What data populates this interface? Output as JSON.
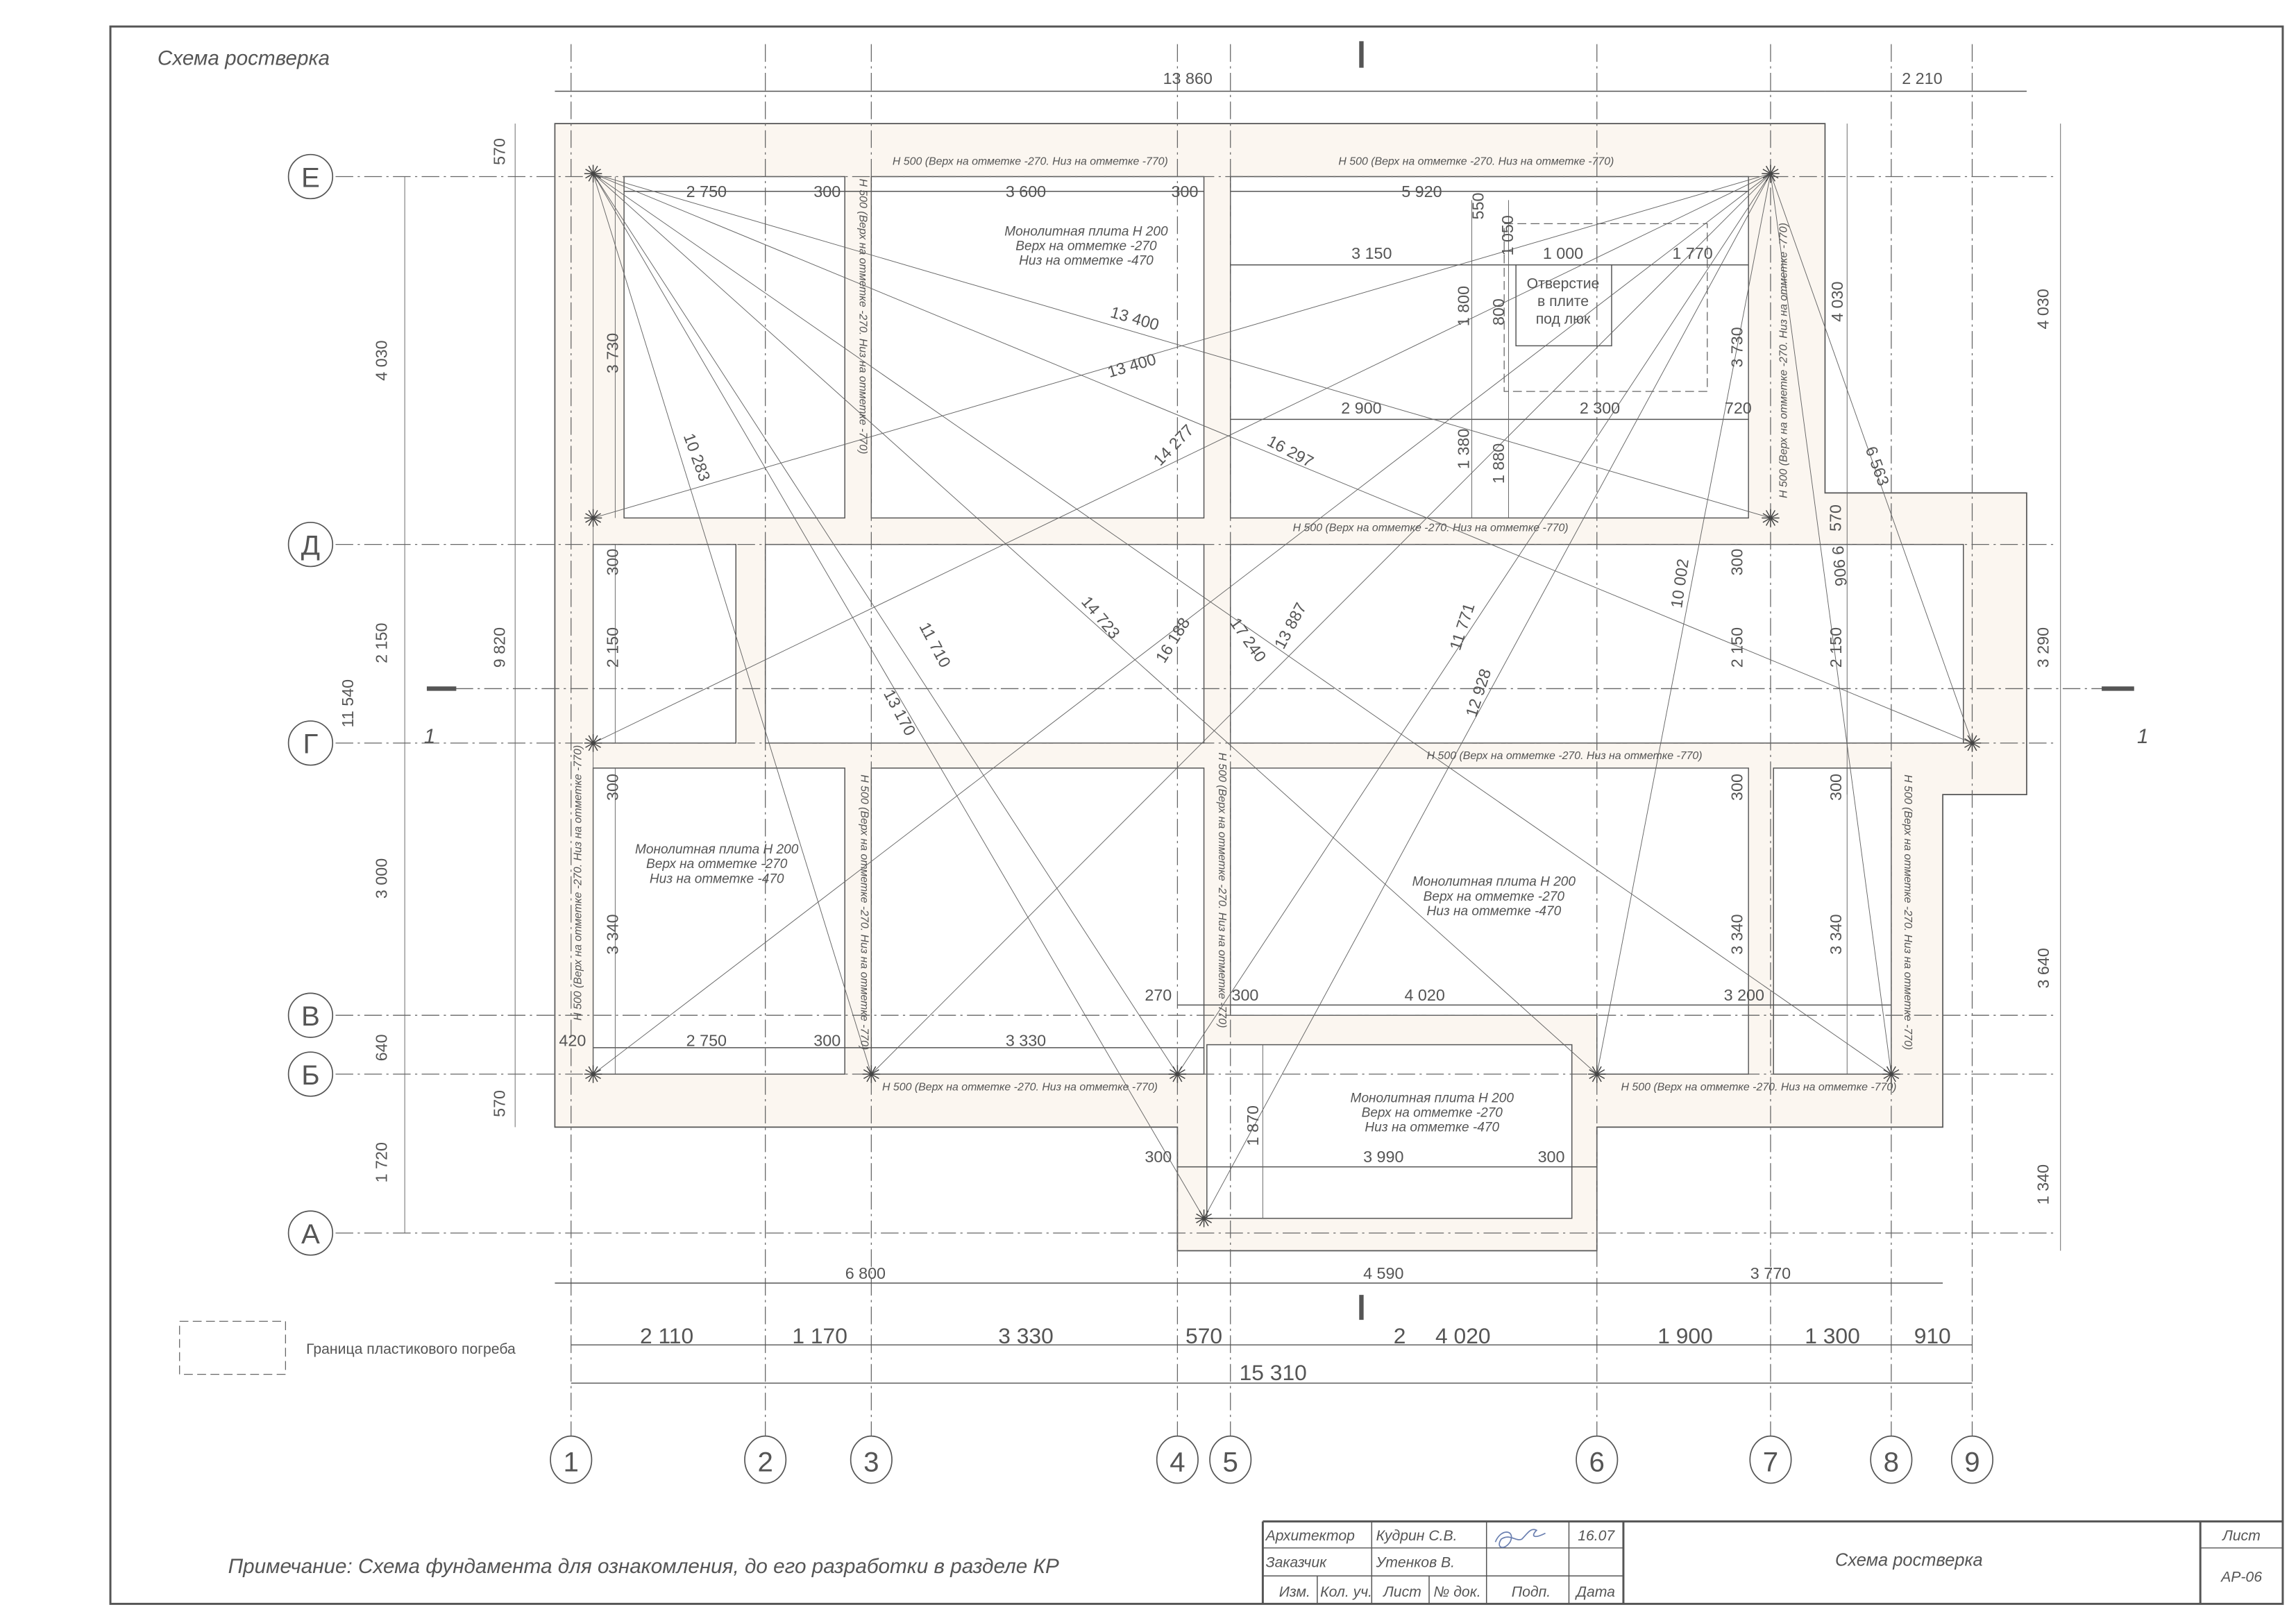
{
  "title": "Схема ростверка",
  "axes": {
    "rows": [
      "Е",
      "Д",
      "Г",
      "В",
      "Б",
      "А"
    ],
    "cols": [
      "1",
      "2",
      "3",
      "4",
      "5",
      "6",
      "7",
      "8",
      "9"
    ]
  },
  "section_mark": "1",
  "dims": [
    "13 860",
    "2 210",
    "570",
    "4 030",
    "2 150",
    "11 540",
    "9 820",
    "3 000",
    "640",
    "1 720",
    "570",
    "4 030",
    "3 290",
    "3 640",
    "1 340",
    "2 750",
    "300",
    "3 600",
    "300",
    "5 920",
    "550",
    "1 050",
    "3 150",
    "1 000",
    "1 770",
    "1 800",
    "800",
    "3 730",
    "3 730",
    "4 030",
    "2 900",
    "2 300",
    "720",
    "1 380",
    "1 880",
    "570",
    "300",
    "2 150",
    "300",
    "2 150",
    "2 150",
    "300",
    "3 340",
    "300",
    "3 340",
    "300",
    "3 340",
    "420",
    "2 750",
    "300",
    "3 330",
    "270",
    "300",
    "4 020",
    "3 200",
    "1 870",
    "300",
    "3 990",
    "300",
    "6 800",
    "4 590",
    "3 770",
    "2 110",
    "1 170",
    "3 330",
    "570",
    "2",
    "4 020",
    "1 900",
    "1 300",
    "910",
    "15 310"
  ],
  "diagonals": [
    "13 400",
    "13 400",
    "10 283",
    "14 277",
    "16 297",
    "11 710",
    "13 170",
    "14 723",
    "16 188",
    "17 240",
    "13 887",
    "11 771",
    "12 928",
    "10 002",
    "9 906",
    "6 563"
  ],
  "beam_label": "Н 500 (Верх на отметке -270. Низ на отметке -770)",
  "plate_note": [
    "Монолитная плита Н 200",
    "Верх на отметке -270",
    "Низ на отметке -470"
  ],
  "opening_note": [
    "Отверстие",
    "в плите",
    "под люк"
  ],
  "legend": "Граница пластикового погреба",
  "note": "Примечание:  Схема фундамента для ознакомления, до его разработки в разделе КР",
  "title_block": {
    "role1": "Архитектор",
    "name1": "Кудрин С.В.",
    "date1": "16.07",
    "role2": "Заказчик",
    "name2": "Утенков В.",
    "h_izm": "Изм.",
    "h_kol": "Кол. уч.",
    "h_list": "Лист",
    "h_doc": "№ док.",
    "h_podp": "Подп.",
    "h_date": "Дата",
    "sheet_title": "Схема ростверка",
    "sheet_label": "Лист",
    "sheet_code": "АР-06"
  },
  "colors": {
    "fill": "#fbf6f0",
    "line": "#555555",
    "signature": "#6a7fb0"
  }
}
